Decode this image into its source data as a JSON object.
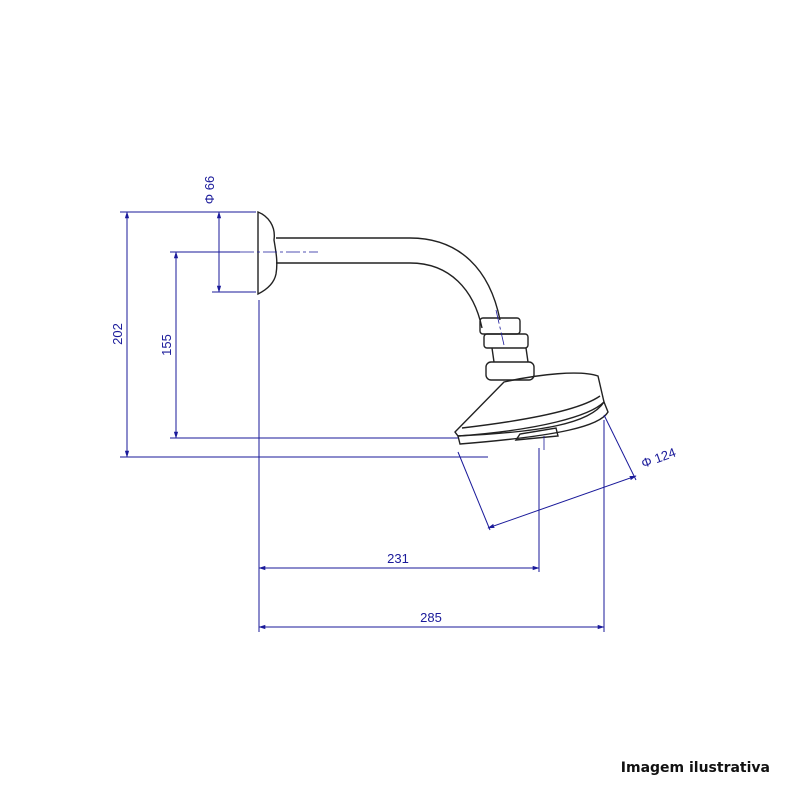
{
  "dimensions": {
    "flange_diameter": "Φ 66",
    "total_height": "202",
    "arm_height": "155",
    "head_diameter": "Φ 124",
    "center_projection": "231",
    "total_projection": "285"
  },
  "caption": "Imagem ilustrativa",
  "colors": {
    "dimension": "#1a1a9a",
    "outline": "#222222",
    "background": "#ffffff"
  }
}
